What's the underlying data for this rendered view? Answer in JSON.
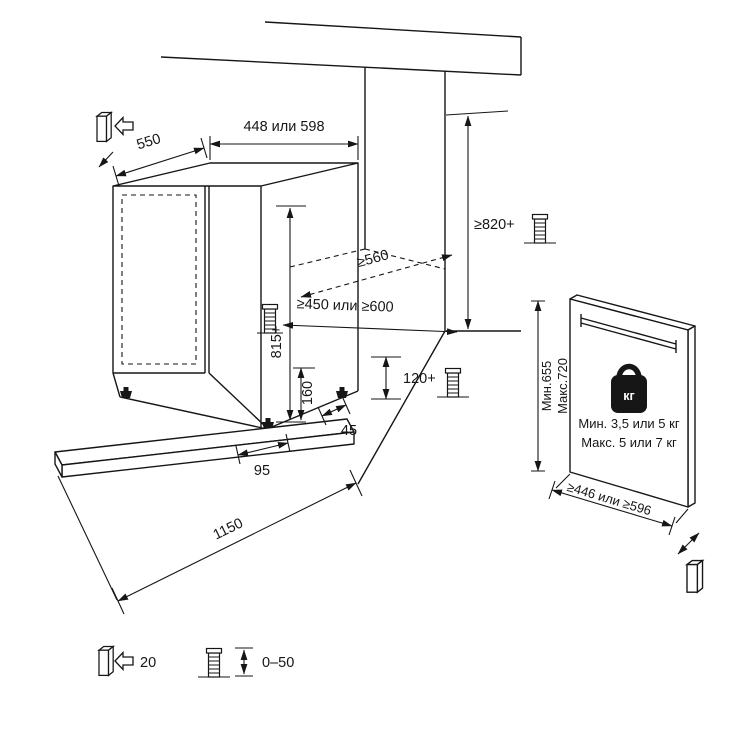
{
  "diagram_title": "built-in-dishwasher-installation-dimensions",
  "dimensions": {
    "depth": "550",
    "width": "448 или 598",
    "niche_height": "≥820+",
    "niche_depth": "≥560",
    "niche_width": "≥450 или ≥600",
    "body_height": "815+",
    "plinth_height": "160",
    "foot_height": "120+",
    "foot_setback": "45",
    "plinth_depth": "95",
    "open_door_clearance": "1150"
  },
  "facade_panel": {
    "height_min": "Мин.655",
    "height_max": "Макс.720",
    "weight_unit": "кг",
    "weight_min": "Мин. 3,5 или 5 кг",
    "weight_max": "Макс. 5 или 7 кг",
    "width": "≥446 или ≥596"
  },
  "legend": {
    "panel_thickness": "20",
    "feet_adjust_range": "0–50"
  },
  "colors": {
    "ink": "#161616",
    "paper": "#ffffff"
  }
}
